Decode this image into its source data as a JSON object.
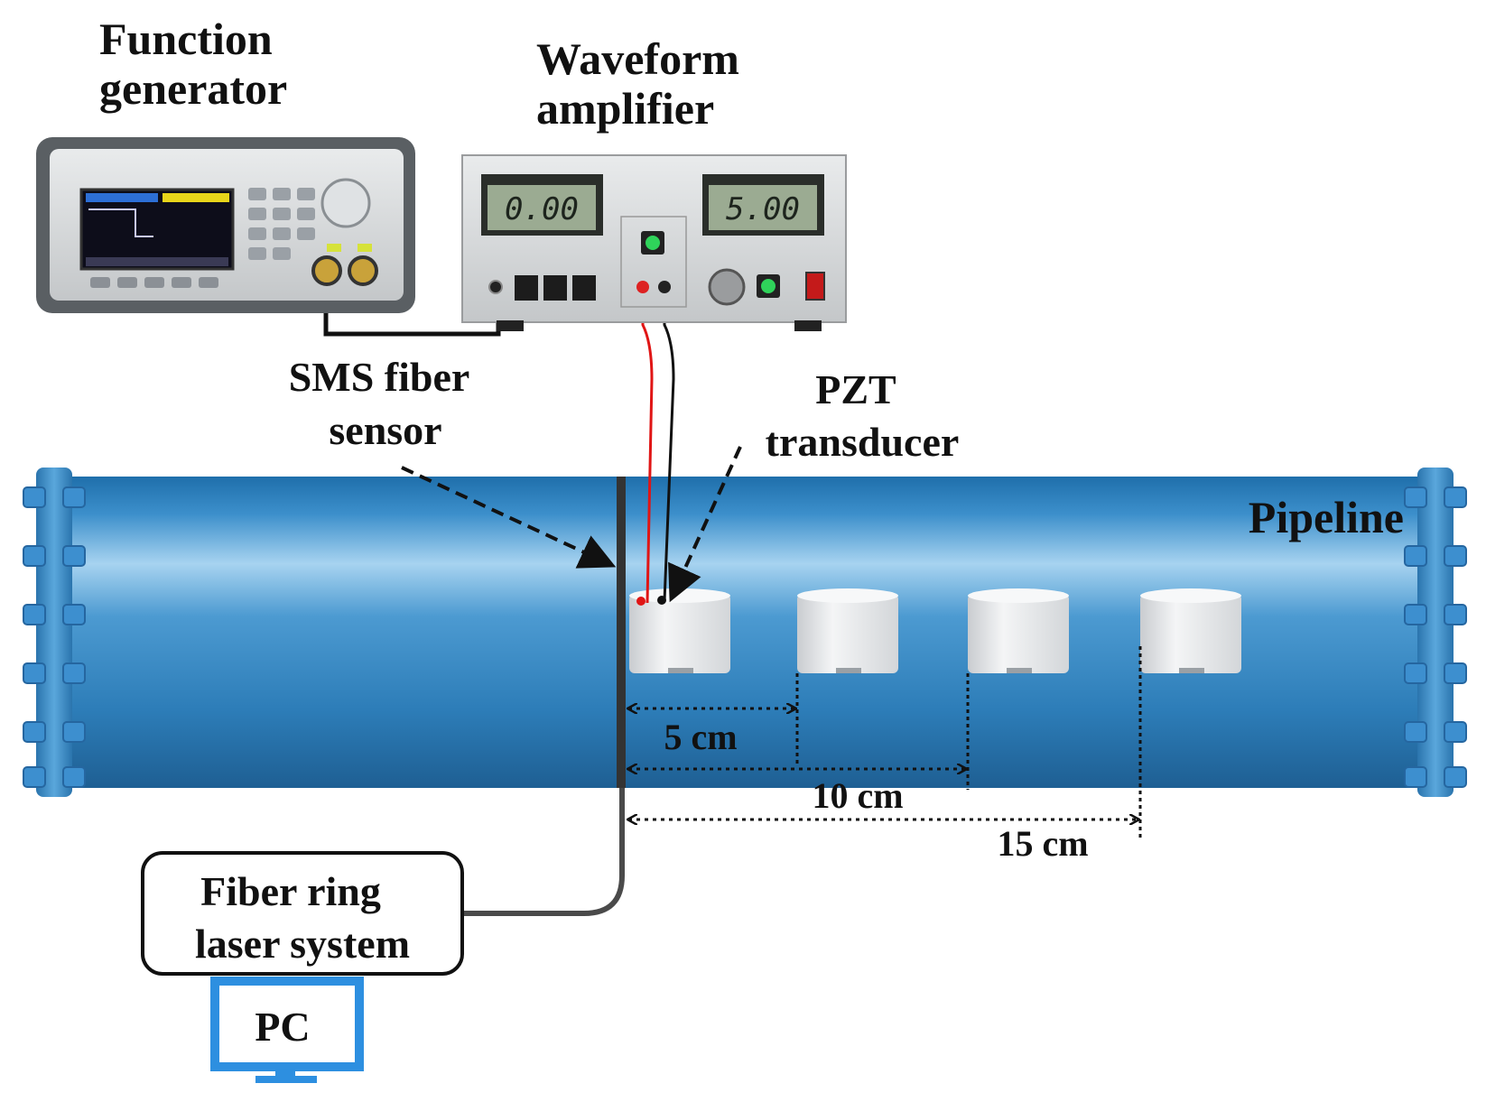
{
  "labels": {
    "function_generator": [
      "Function",
      "generator"
    ],
    "waveform_amplifier": [
      "Waveform",
      "amplifier"
    ],
    "sms_sensor": [
      "SMS fiber",
      "sensor"
    ],
    "pzt": [
      "PZT",
      "transducer"
    ],
    "pipeline": "Pipeline",
    "laser_system": [
      "Fiber ring",
      "laser system"
    ],
    "pc": "PC"
  },
  "amplifier_display": {
    "current": "0.00",
    "voltage": "5.00"
  },
  "distances": [
    "5 cm",
    "10 cm",
    "15 cm"
  ],
  "colors": {
    "pipe": "#2f82bd",
    "pipe_highlight": "#a9d4f0",
    "flange": "#3b8ccc",
    "cable_red": "#e01515",
    "cable_black": "#111111",
    "transducer": "#e6e8ea",
    "pc_screen": "#2d8fe0"
  }
}
